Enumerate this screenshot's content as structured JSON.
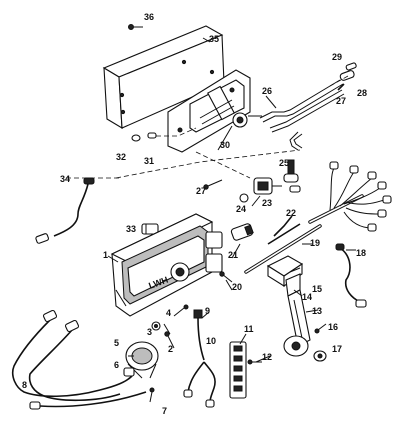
{
  "diagram": {
    "housing_logo": "LWH",
    "callouts": [
      {
        "id": "c1",
        "text": "1"
      },
      {
        "id": "c2",
        "text": "2"
      },
      {
        "id": "c3",
        "text": "3"
      },
      {
        "id": "c4",
        "text": "4"
      },
      {
        "id": "c5",
        "text": "5"
      },
      {
        "id": "c6",
        "text": "6"
      },
      {
        "id": "c7",
        "text": "7"
      },
      {
        "id": "c8",
        "text": "8"
      },
      {
        "id": "c9",
        "text": "9"
      },
      {
        "id": "c10",
        "text": "10"
      },
      {
        "id": "c11",
        "text": "11"
      },
      {
        "id": "c12",
        "text": "12"
      },
      {
        "id": "c13",
        "text": "13"
      },
      {
        "id": "c14",
        "text": "14"
      },
      {
        "id": "c15",
        "text": "15"
      },
      {
        "id": "c16",
        "text": "16"
      },
      {
        "id": "c17",
        "text": "17"
      },
      {
        "id": "c18",
        "text": "18"
      },
      {
        "id": "c19",
        "text": "19"
      },
      {
        "id": "c20",
        "text": "20"
      },
      {
        "id": "c21",
        "text": "21"
      },
      {
        "id": "c22",
        "text": "22"
      },
      {
        "id": "c23",
        "text": "23"
      },
      {
        "id": "c24",
        "text": "24"
      },
      {
        "id": "c25",
        "text": "25"
      },
      {
        "id": "c26",
        "text": "26"
      },
      {
        "id": "c27a",
        "text": "27"
      },
      {
        "id": "c27b",
        "text": "27"
      },
      {
        "id": "c28",
        "text": "28"
      },
      {
        "id": "c29",
        "text": "29"
      },
      {
        "id": "c30",
        "text": "30"
      },
      {
        "id": "c31",
        "text": "31"
      },
      {
        "id": "c32",
        "text": "32"
      },
      {
        "id": "c33",
        "text": "33"
      },
      {
        "id": "c34",
        "text": "34"
      },
      {
        "id": "c35",
        "text": "35"
      },
      {
        "id": "c36",
        "text": "36"
      }
    ]
  }
}
